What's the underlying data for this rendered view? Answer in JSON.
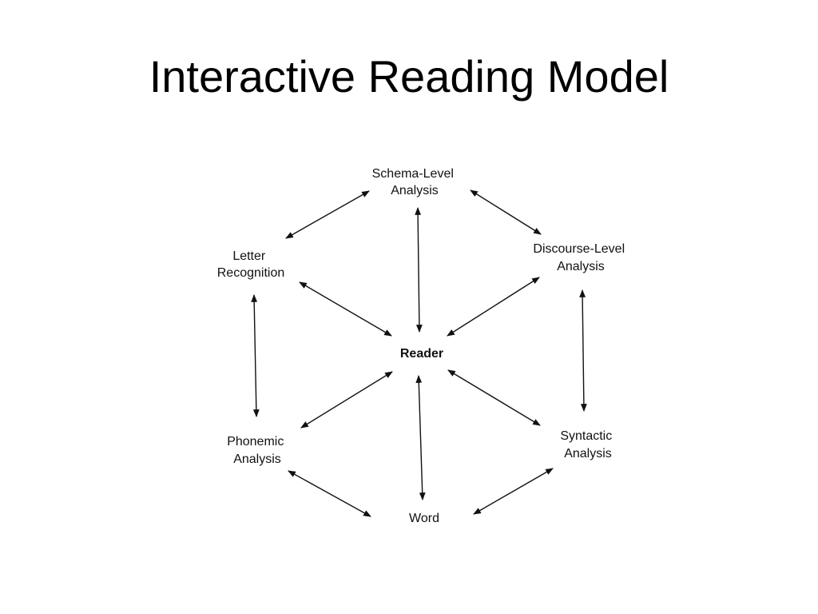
{
  "slide": {
    "title": "Interactive Reading Model"
  },
  "diagram": {
    "nodes": {
      "schema": [
        "Schema-Level",
        "Analysis"
      ],
      "letter": [
        "Letter",
        "Recognition"
      ],
      "discourse": [
        "Discourse-Level",
        "Analysis"
      ],
      "reader": [
        "Reader"
      ],
      "phonemic": [
        "Phonemic",
        "Analysis"
      ],
      "syntactic": [
        "Syntactic",
        "Analysis"
      ],
      "word": [
        "Word"
      ]
    },
    "connections": [
      {
        "from": "schema",
        "to": "letter",
        "type": "bidirectional"
      },
      {
        "from": "schema",
        "to": "discourse",
        "type": "bidirectional"
      },
      {
        "from": "schema",
        "to": "reader",
        "type": "bidirectional"
      },
      {
        "from": "letter",
        "to": "reader",
        "type": "bidirectional"
      },
      {
        "from": "discourse",
        "to": "reader",
        "type": "bidirectional"
      },
      {
        "from": "letter",
        "to": "phonemic",
        "type": "bidirectional"
      },
      {
        "from": "discourse",
        "to": "syntactic",
        "type": "bidirectional"
      },
      {
        "from": "reader",
        "to": "phonemic",
        "type": "bidirectional"
      },
      {
        "from": "reader",
        "to": "syntactic",
        "type": "bidirectional"
      },
      {
        "from": "reader",
        "to": "word",
        "type": "bidirectional"
      },
      {
        "from": "phonemic",
        "to": "word",
        "type": "bidirectional"
      },
      {
        "from": "syntactic",
        "to": "word",
        "type": "bidirectional"
      }
    ],
    "colors": {
      "ink": "#111111",
      "background": "#ffffff"
    }
  }
}
